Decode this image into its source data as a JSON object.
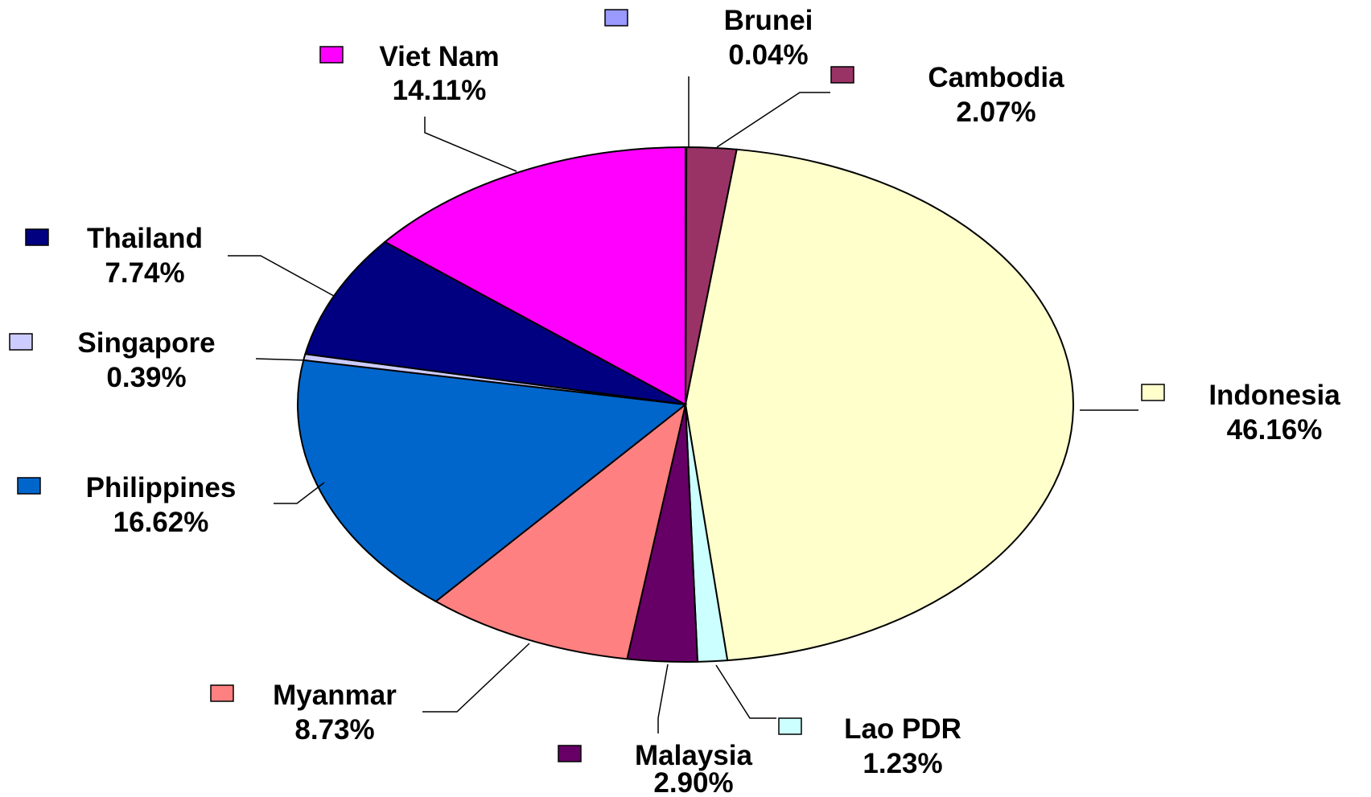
{
  "chart_data": {
    "type": "pie",
    "title": "",
    "slices": [
      {
        "name": "Brunei",
        "value": 0.04,
        "label": "0.04%",
        "color": "#9999FF"
      },
      {
        "name": "Cambodia",
        "value": 2.07,
        "label": "2.07%",
        "color": "#993366"
      },
      {
        "name": "Indonesia",
        "value": 46.16,
        "label": "46.16%",
        "color": "#FFFFCC"
      },
      {
        "name": "Lao PDR",
        "value": 1.23,
        "label": "1.23%",
        "color": "#CCFFFF"
      },
      {
        "name": "Malaysia",
        "value": 2.9,
        "label": "2.90%",
        "color": "#660066"
      },
      {
        "name": "Myanmar",
        "value": 8.73,
        "label": "8.73%",
        "color": "#FF8080"
      },
      {
        "name": "Philippines",
        "value": 16.62,
        "label": "16.62%",
        "color": "#0066CC"
      },
      {
        "name": "Singapore",
        "value": 0.39,
        "label": "0.39%",
        "color": "#CCCCFF"
      },
      {
        "name": "Thailand",
        "value": 7.74,
        "label": "7.74%",
        "color": "#000080"
      },
      {
        "name": "Viet Nam",
        "value": 14.11,
        "label": "14.11%",
        "color": "#FF00FF"
      }
    ],
    "start_angle": "12 o'clock",
    "direction": "clockwise",
    "legend": "none"
  }
}
